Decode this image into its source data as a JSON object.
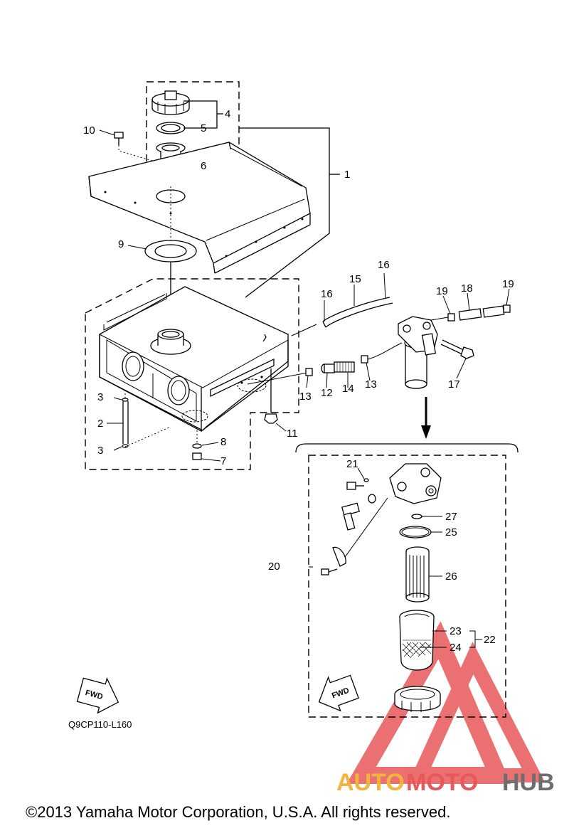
{
  "diagram": {
    "callouts": {
      "c1": "1",
      "c2": "2",
      "c3a": "3",
      "c3b": "3",
      "c4": "4",
      "c5": "5",
      "c6": "6",
      "c7": "7",
      "c8": "8",
      "c9": "9",
      "c10": "10",
      "c11": "11",
      "c12": "12",
      "c13a": "13",
      "c13b": "13",
      "c14": "14",
      "c15": "15",
      "c16a": "16",
      "c16b": "16",
      "c17": "17",
      "c18": "18",
      "c19a": "19",
      "c19b": "19",
      "c20": "20",
      "c21": "21",
      "c22": "22",
      "c23": "23",
      "c24": "24",
      "c25": "25",
      "c26": "26",
      "c27": "27"
    },
    "fwd_left": "FWD",
    "fwd_right": "FWD",
    "drawing_code": "Q9CP110-L160"
  },
  "watermark": {
    "text_auto": "AUTO",
    "text_moto": "MOTO",
    "text_hub": "HUB",
    "color_logo": "#e8585a",
    "color_auto": "#f2b43c",
    "color_moto": "#e8585a",
    "color_hub": "#6d6d6d"
  },
  "footer": {
    "copyright": "©2013 Yamaha Motor Corporation, U.S.A. All rights reserved."
  }
}
